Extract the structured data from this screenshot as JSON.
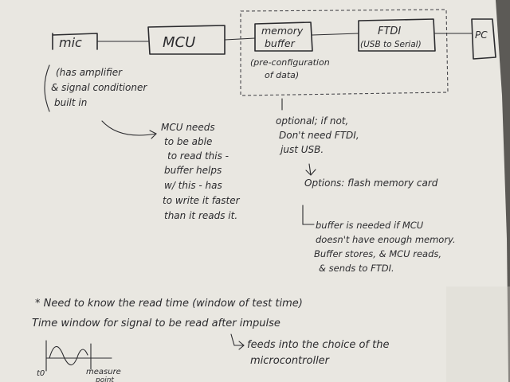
{
  "blocks": {
    "mic": "mic",
    "mcu": "MCU",
    "memory_line1": "memory",
    "memory_line2": "buffer",
    "ftdi_line1": "FTDI",
    "ftdi_line2": "(USB to Serial)",
    "pc": "PC"
  },
  "notes": {
    "mic_note": [
      "(has amplifier",
      "& signal conditioner",
      "built in"
    ],
    "memory_note": [
      "(pre-configuration",
      "of data)"
    ],
    "optional_note": [
      "optional; if not,",
      "Don't need FTDI,",
      "just USB."
    ],
    "options_note": "Options: flash memory card",
    "mcu_note": [
      "MCU needs",
      "to be able",
      "to read this -",
      "buffer helps",
      "w/ this - has",
      "to write it faster",
      "than it reads it."
    ],
    "buffer_note": [
      "buffer is needed if MCU",
      "doesn't have enough memory.",
      "Buffer stores, & MCU reads,",
      "& sends to FTDI."
    ],
    "bottom_line1": "* Need to know the read time (window of test time)",
    "bottom_line2": "Time window for signal to be read after impulse",
    "bottom_line3": "feeds into the choice of the",
    "bottom_line4": "microcontroller",
    "axis_t0": "t0",
    "axis_measure1": "measure",
    "axis_measure2": "point"
  },
  "colors": {
    "paper": "#e9e7e1",
    "ink": "#2b2b2e",
    "background": "#5c5a56"
  }
}
